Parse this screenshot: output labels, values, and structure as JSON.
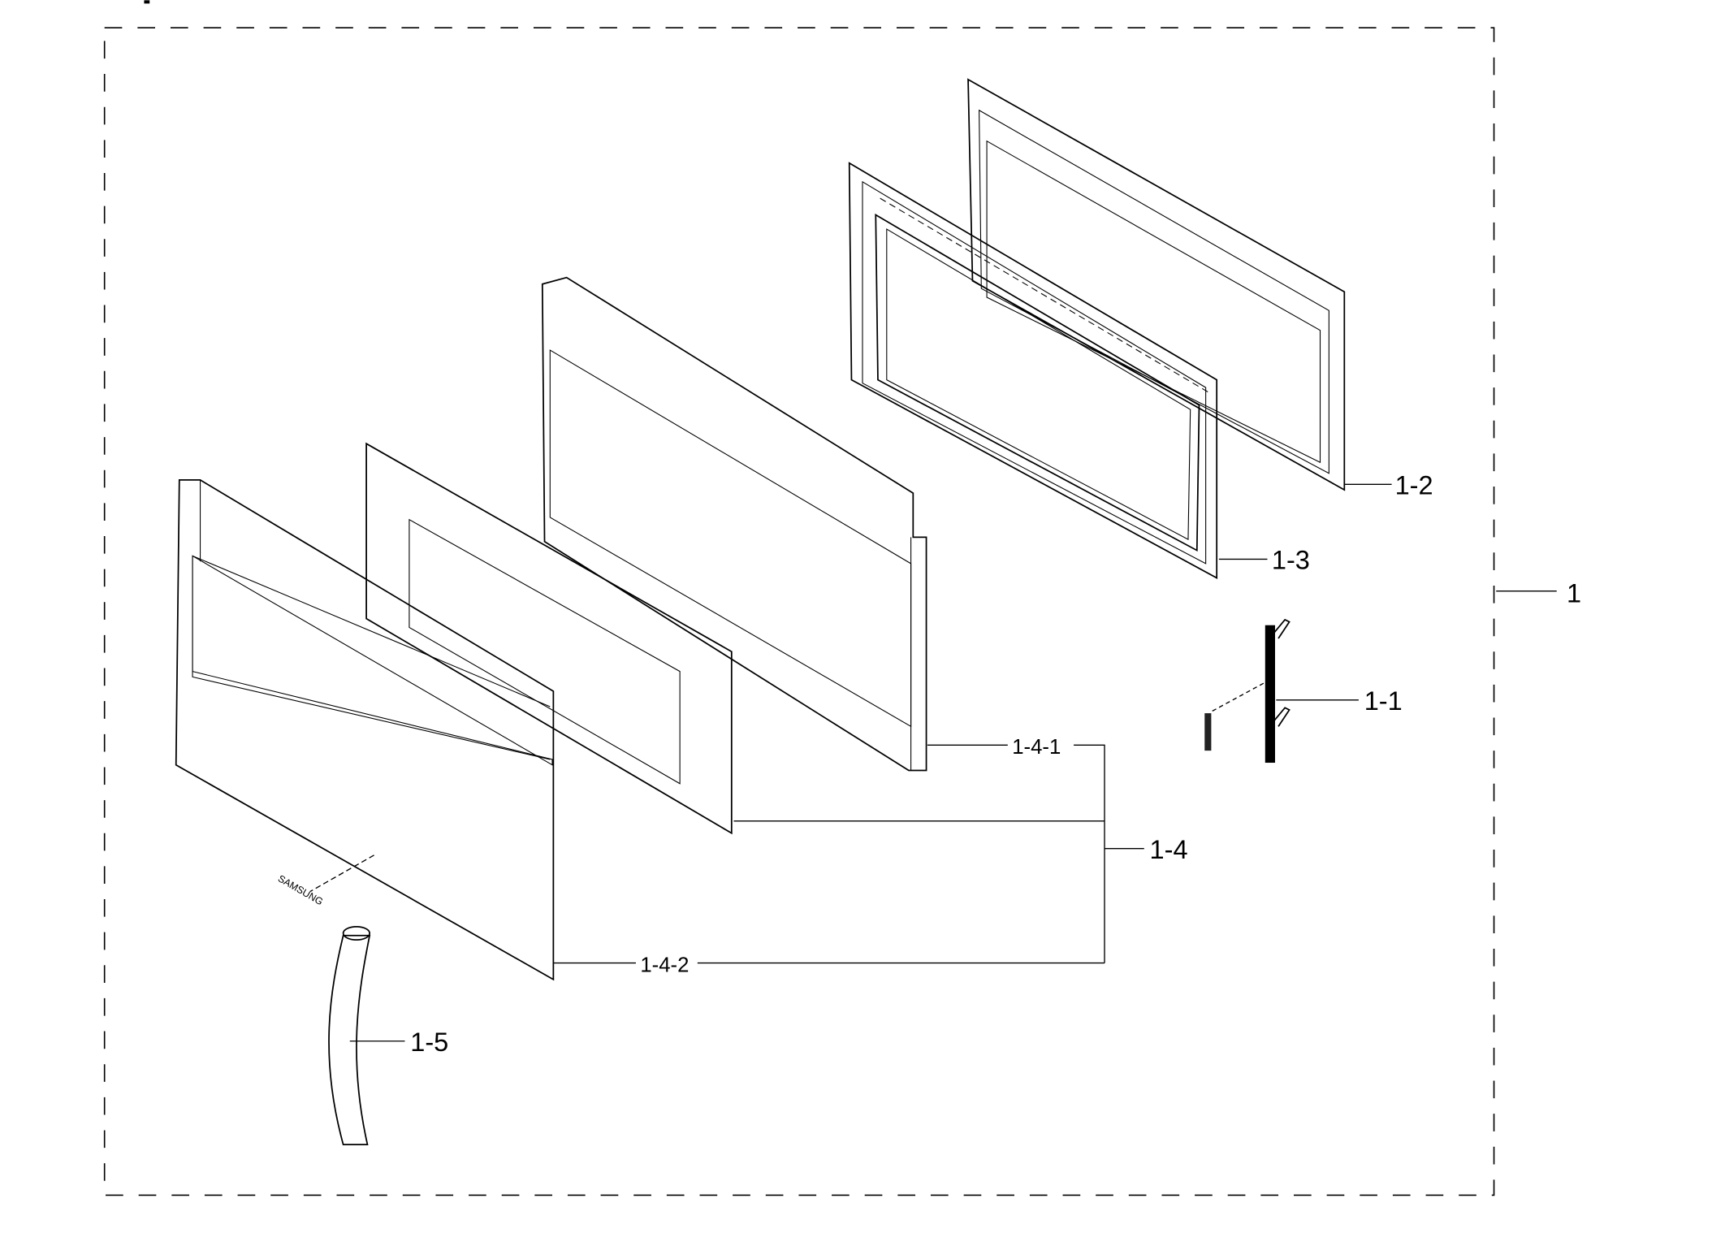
{
  "diagram": {
    "brand_text": "SAMSUNG",
    "labels": {
      "assembly": "1",
      "hinge": "1-1",
      "rear_frame": "1-2",
      "choke_frame": "1-3",
      "door_panel_group": "1-4",
      "door_inner_panel": "1-4-1",
      "door_front_panel": "1-4-2",
      "handle": "1-5"
    }
  }
}
